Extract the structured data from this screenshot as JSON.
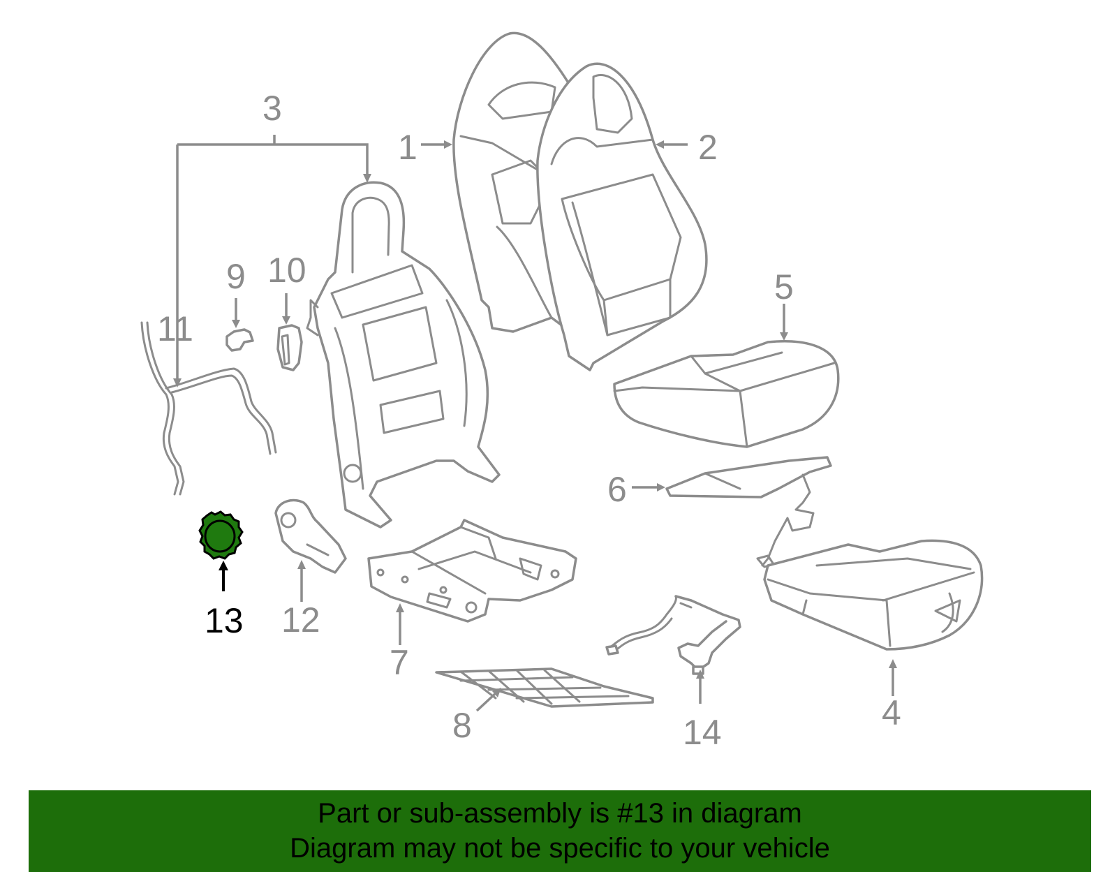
{
  "diagram": {
    "highlight_color": "#1d6e0a",
    "highlighted_part": "13",
    "callouts": {
      "c1": "1",
      "c2": "2",
      "c3": "3",
      "c4": "4",
      "c5": "5",
      "c6": "6",
      "c7": "7",
      "c8": "8",
      "c9": "9",
      "c10": "10",
      "c11": "11",
      "c12": "12",
      "c13": "13",
      "c14": "14"
    }
  },
  "banner": {
    "line1": "Part or sub-assembly is #13 in diagram",
    "line2": "Diagram may not be specific to your vehicle"
  }
}
